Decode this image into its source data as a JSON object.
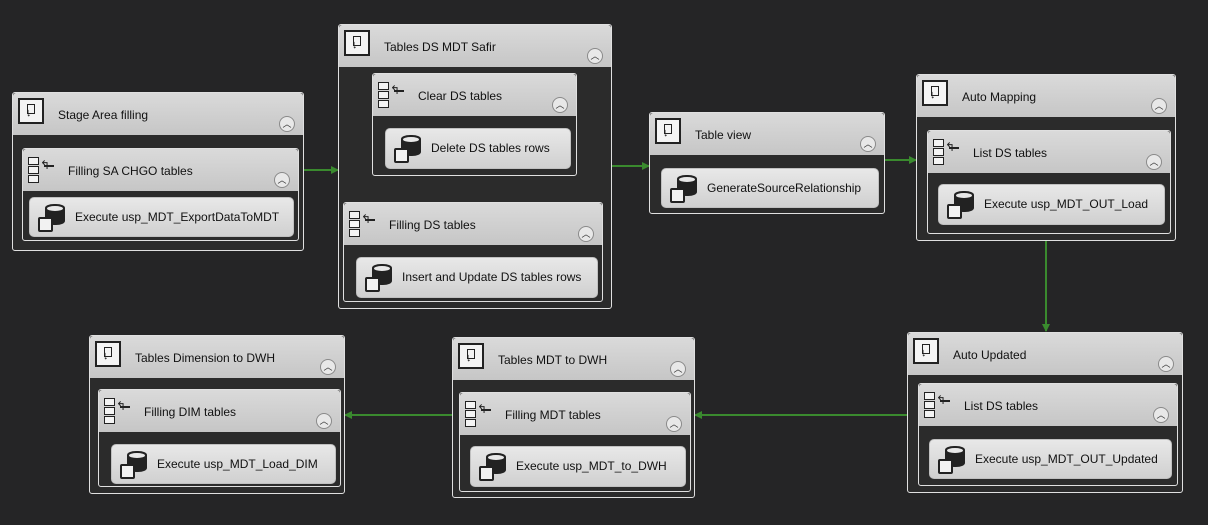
{
  "containers": {
    "stage_area": {
      "title": "Stage Area filling",
      "loop_title": "Filling SA CHGO tables",
      "task": "Execute usp_MDT_ExportDataToMDT"
    },
    "tables_ds": {
      "title": "Tables DS MDT Safir",
      "clear_title": "Clear DS tables",
      "clear_task": "Delete DS tables rows",
      "fill_title": "Filling DS tables",
      "fill_task": "Insert and Update DS tables rows"
    },
    "table_view": {
      "title": "Table view",
      "task": "GenerateSourceRelationship"
    },
    "auto_mapping": {
      "title": "Auto Mapping",
      "loop_title": "List DS tables",
      "task": "Execute usp_MDT_OUT_Load"
    },
    "auto_updated": {
      "title": "Auto Updated",
      "loop_title": "List DS tables",
      "task": "Execute usp_MDT_OUT_Updated"
    },
    "mdt_to_dwh": {
      "title": "Tables MDT to DWH",
      "loop_title": "Filling MDT tables",
      "task": "Execute usp_MDT_to_DWH"
    },
    "dim_to_dwh": {
      "title": "Tables Dimension to DWH",
      "loop_title": "Filling DIM tables",
      "task": "Execute usp_MDT_Load_DIM"
    }
  },
  "icons": {
    "sequence": "sequence-container-icon",
    "foreach": "foreach-loop-icon",
    "sql_task": "execute-sql-task-icon",
    "collapse": "collapse-chevron-icon"
  },
  "colors": {
    "background": "#252526",
    "arrow": "#3a8a2e",
    "header": "#c9c9c9"
  }
}
